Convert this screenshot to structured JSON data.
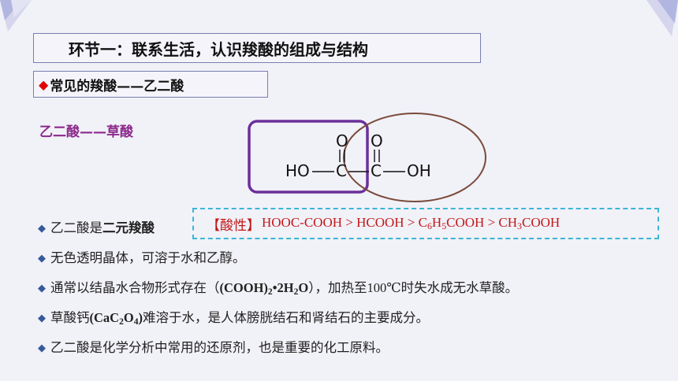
{
  "title": "环节一：联系生活，认识羧酸的组成与结构",
  "subtitle": {
    "bullet": "◆",
    "text": "常见的羧酸——乙二酸"
  },
  "common_name": "乙二酸——草酸",
  "structure": {
    "o_top_left": "O",
    "o_top_right": "O",
    "ho_left": "HO",
    "c_left": "C",
    "c_right": "C",
    "oh_right": "OH",
    "rect_color": "#6b2f9a",
    "ellipse_color": "#7a4a3a"
  },
  "bullets": {
    "marker": "◆",
    "b1": {
      "prefix": "乙二酸是",
      "emph": "二元羧酸"
    },
    "b2": "无色透明晶体，可溶于水和乙醇。",
    "b3": {
      "pre": "通常以结晶水合物形式存在（",
      "formula_a": "(COOH)",
      "sub_2": "2",
      "formula_b": "•2H",
      "formula_c": "O",
      "mid": "），加热至",
      "temp": "100℃",
      "post": "时失水成无水草酸。"
    },
    "b4": {
      "pre": "草酸钙",
      "f1": "(CaC",
      "f2": "O",
      "f3": ")",
      "post": "难溶于水，是人体膀胱结石和肾结石的主要成分。",
      "s2": "2",
      "s4": "4"
    },
    "b5": "乙二酸是化学分析中常用的还原剂，也是重要的化工原料。"
  },
  "acidity": {
    "label": "【酸性】",
    "t1": "HOOC-COOH > HCOOH > C",
    "s6": "6",
    "t2": "H",
    "s5": "5",
    "t3": "COOH >   CH",
    "s3": "3",
    "t4": "COOH"
  }
}
